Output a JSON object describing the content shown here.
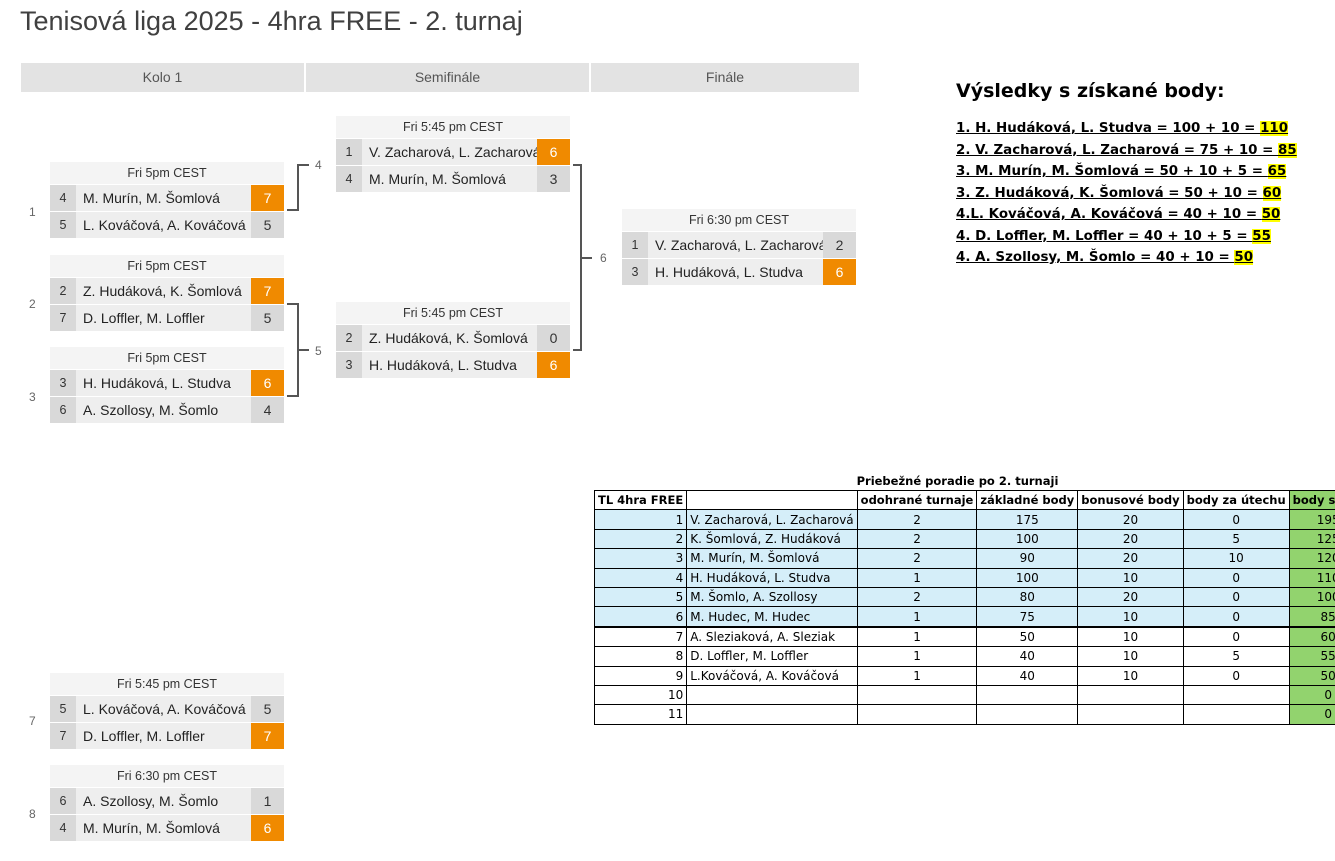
{
  "page": {
    "title": "Tenisová liga 2025 - 4hra FREE - 2. turnaj"
  },
  "rounds": [
    "Kolo 1",
    "Semifinále",
    "Finále"
  ],
  "matches": [
    {
      "num": "1",
      "time": "Fri 5pm CEST",
      "p": [
        {
          "seed": "4",
          "name": "M. Murín, M. Šomlová",
          "score": "7"
        },
        {
          "seed": "5",
          "name": "L. Kováčová, A. Kováčová",
          "score": "5"
        }
      ]
    },
    {
      "num": "2",
      "time": "Fri 5pm CEST",
      "p": [
        {
          "seed": "2",
          "name": "Z. Hudáková, K. Šomlová",
          "score": "7"
        },
        {
          "seed": "7",
          "name": "D. Loffler, M. Loffler",
          "score": "5"
        }
      ]
    },
    {
      "num": "3",
      "time": "Fri 5pm CEST",
      "p": [
        {
          "seed": "3",
          "name": "H. Hudáková, L. Studva",
          "score": "6"
        },
        {
          "seed": "6",
          "name": "A. Szollosy, M. Šomlo",
          "score": "4"
        }
      ]
    },
    {
      "num": "4",
      "time": "Fri 5:45 pm CEST",
      "p": [
        {
          "seed": "1",
          "name": "V. Zacharová, L. Zacharová",
          "score": "6"
        },
        {
          "seed": "4",
          "name": "M. Murín, M. Šomlová",
          "score": "3"
        }
      ]
    },
    {
      "num": "5",
      "time": "Fri 5:45 pm CEST",
      "p": [
        {
          "seed": "2",
          "name": "Z. Hudáková, K. Šomlová",
          "score": "0"
        },
        {
          "seed": "3",
          "name": "H. Hudáková, L. Studva",
          "score": "6"
        }
      ]
    },
    {
      "num": "6",
      "time": "Fri 6:30 pm CEST",
      "p": [
        {
          "seed": "1",
          "name": "V. Zacharová, L. Zacharová",
          "score": "2"
        },
        {
          "seed": "3",
          "name": "H. Hudáková, L. Studva",
          "score": "6"
        }
      ]
    },
    {
      "num": "7",
      "time": "Fri 5:45 pm CEST",
      "p": [
        {
          "seed": "5",
          "name": "L. Kováčová, A. Kováčová",
          "score": "5"
        },
        {
          "seed": "7",
          "name": "D. Loffler, M. Loffler",
          "score": "7"
        }
      ]
    },
    {
      "num": "8",
      "time": "Fri 6:30 pm CEST",
      "p": [
        {
          "seed": "6",
          "name": "A. Szollosy, M. Šomlo",
          "score": "1"
        },
        {
          "seed": "4",
          "name": "M. Murín, M. Šomlová",
          "score": "6"
        }
      ]
    }
  ],
  "results": {
    "title": "Výsledky s získané body:",
    "lines": [
      {
        "text": "1. H. Hudáková, L. Studva = 100 + 10 = ",
        "total": "110"
      },
      {
        "text": "2. V.  Zacharová, L. Zacharová = 75 + 10 = ",
        "total": "85"
      },
      {
        "text": "3. M. Murín, M. Šomlová = 50 + 10 + 5 = ",
        "total": "65"
      },
      {
        "text": "3. Z. Hudáková, K. Šomlová = 50 + 10 = ",
        "total": "60"
      },
      {
        "text": "4.L. Kováčová, A. Kováčová = 40 + 10 = ",
        "total": "50"
      },
      {
        "text": "4. D. Loffler, M. Loffler = 40 + 10 + 5 = ",
        "total": "55"
      },
      {
        "text": "4. A. Szollosy, M. Šomlo = 40 + 10 = ",
        "total": "50"
      }
    ]
  },
  "standings": {
    "title": "Priebežné poradie po 2. turnaji",
    "headers": [
      "TL 4hra FREE",
      "",
      "odohrané turnaje",
      "základné body",
      "bonusové body",
      "body za útechu",
      "body spolu"
    ],
    "rows": [
      [
        "1",
        "V. Zacharová, L. Zacharová",
        "2",
        "175",
        "20",
        "0",
        "195"
      ],
      [
        "2",
        "K. Šomlová, Z. Hudáková",
        "2",
        "100",
        "20",
        "5",
        "125"
      ],
      [
        "3",
        "M. Murín, M. Šomlová",
        "2",
        "90",
        "20",
        "10",
        "120"
      ],
      [
        "4",
        "H. Hudáková, L. Studva",
        "1",
        "100",
        "10",
        "0",
        "110"
      ],
      [
        "5",
        "M. Šomlo, A. Szollosy",
        "2",
        "80",
        "20",
        "0",
        "100"
      ],
      [
        "6",
        "M. Hudec, M. Hudec",
        "1",
        "75",
        "10",
        "0",
        "85"
      ],
      [
        "7",
        "A. Sleziaková, A. Sleziak",
        "1",
        "50",
        "10",
        "0",
        "60"
      ],
      [
        "8",
        "D. Loffler, M. Loffler",
        "1",
        "40",
        "10",
        "5",
        "55"
      ],
      [
        "9",
        "L.Kováčová, A. Kováčová",
        "1",
        "40",
        "10",
        "0",
        "50"
      ],
      [
        "10",
        "",
        "",
        "",
        "",
        "",
        "0"
      ],
      [
        "11",
        "",
        "",
        "",
        "",
        "",
        "0"
      ]
    ]
  },
  "colors": {
    "winner": "#f08a00",
    "top_rows": "#d5eef9",
    "total_col": "#92d36e",
    "highlight": "#ffff00"
  }
}
